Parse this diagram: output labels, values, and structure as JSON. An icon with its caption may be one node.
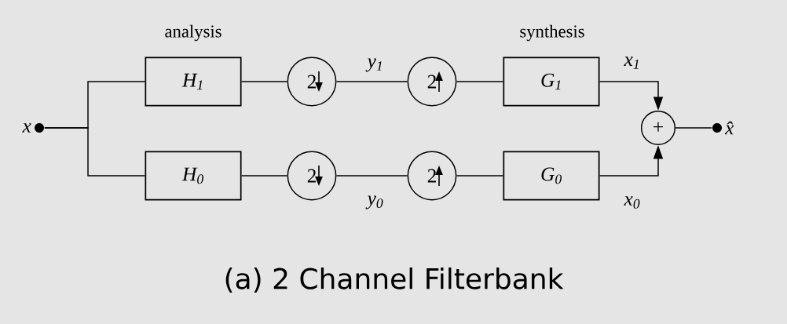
{
  "diagram": {
    "caption": "(a) 2 Channel Filterbank",
    "nodes": [
      {
        "text": [
          "x"
        ]
      },
      {
        "text": [
          "H$_{1}$"
        ]
      },
      {
        "text": [
          "H$_{0}$"
        ]
      },
      {
        "text": [
          "2"
        ]
      },
      {
        "text": [
          "2"
        ]
      },
      {
        "text": [
          "2"
        ]
      },
      {
        "text": [
          "2"
        ]
      },
      {
        "text": [
          "G$_{1}$"
        ]
      },
      {
        "text": [
          "G$_{0}$"
        ]
      },
      {
        "text": [
          "+"
        ]
      },
      {
        "text": [
          "x̂"
        ]
      }
    ],
    "edges": [
      {
        "from": 0,
        "to": 1,
        "arrow": "none"
      },
      {
        "from": 0,
        "to": 2,
        "arrow": "none"
      },
      {
        "from": 1,
        "to": 3,
        "arrow": "none"
      },
      {
        "from": 2,
        "to": 4,
        "arrow": "none"
      },
      {
        "from": 3,
        "to": 5,
        "arrow": "none",
        "label": "y$_{1}$"
      },
      {
        "from": 4,
        "to": 6,
        "arrow": "none",
        "label": "y$_{0}$"
      },
      {
        "from": 5,
        "to": 7,
        "arrow": "none"
      },
      {
        "from": 6,
        "to": 8,
        "arrow": "none"
      },
      {
        "from": 7,
        "to": 9,
        "arrow": "to",
        "label": "x$_{1}$"
      },
      {
        "from": 8,
        "to": 9,
        "arrow": "to",
        "label": "x$_{0}$"
      },
      {
        "from": 9,
        "to": 10,
        "arrow": "none"
      }
    ],
    "labels": [
      "analysis",
      "synthesis"
    ]
  }
}
